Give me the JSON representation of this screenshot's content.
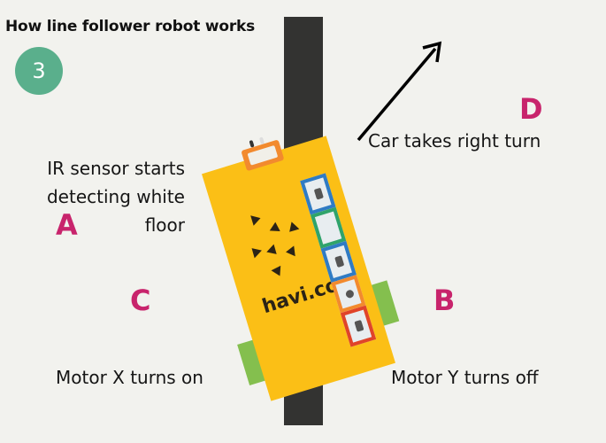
{
  "title": "How line follower robot works",
  "step_number": "3",
  "robot": {
    "brand": "havi.co",
    "modules": [
      "blue",
      "green",
      "blue",
      "orange",
      "red"
    ]
  },
  "annotations": {
    "A": {
      "letter": "A",
      "text_lines": [
        "IR sensor starts",
        "detecting white",
        "floor"
      ]
    },
    "B": {
      "letter": "B",
      "text": "Motor Y turns off"
    },
    "C": {
      "letter": "C",
      "text": "Motor X turns on"
    },
    "D": {
      "letter": "D",
      "text": "Car takes right turn"
    }
  },
  "colors": {
    "background": "#f2f2ee",
    "step_badge": "#5aaf8c",
    "track": "#333331",
    "car_body": "#fbbf16",
    "wheel": "#84bf4e",
    "letter_accent": "#c8246c",
    "module_blue": "#2f7bc4",
    "module_green": "#2fa36b",
    "module_orange": "#f28a2e",
    "module_red": "#e0442a"
  }
}
